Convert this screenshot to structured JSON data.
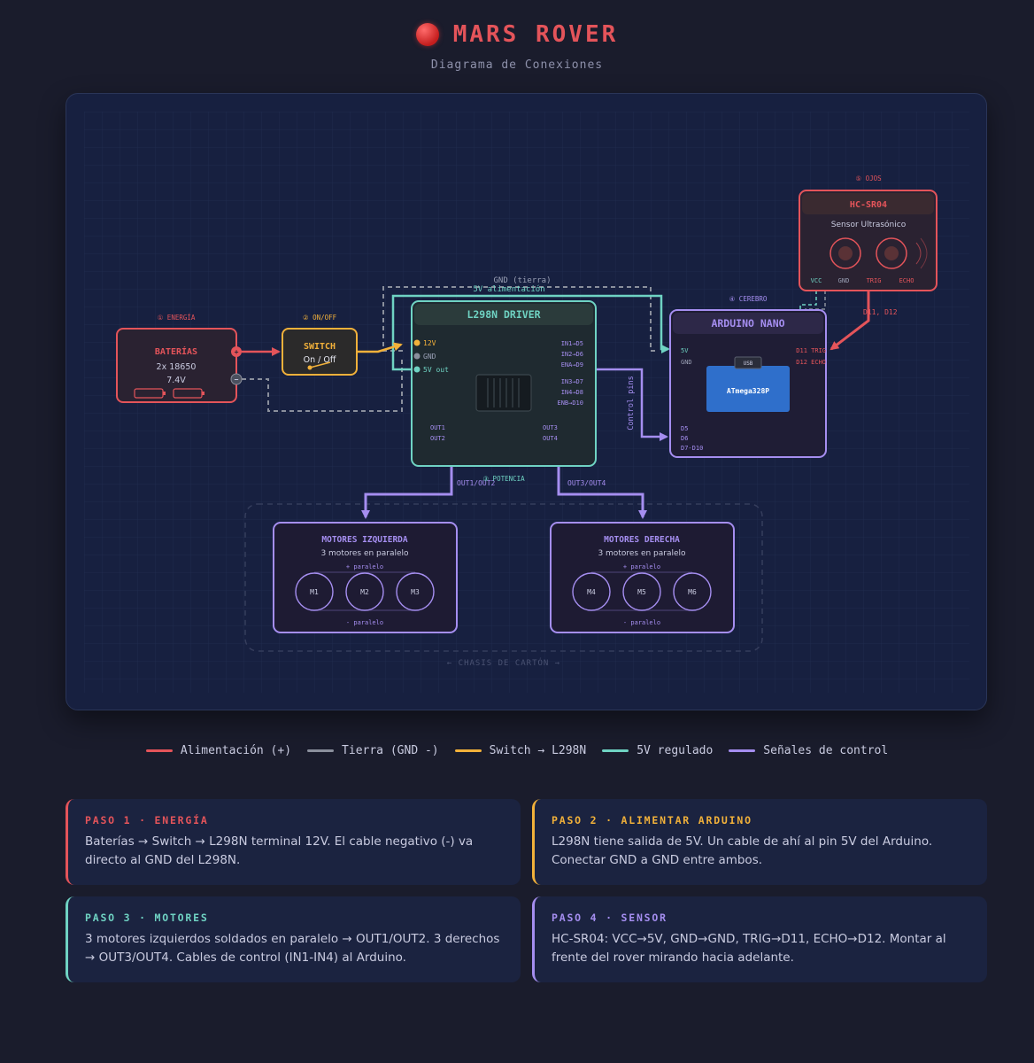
{
  "header": {
    "title": "MARS ROVER",
    "subtitle": "Diagrama de Conexiones"
  },
  "colors": {
    "power": "#e4545a",
    "ground": "#8a8f9c",
    "switch": "#f2b13a",
    "regulated": "#6fd3c3",
    "signal": "#a58ef0",
    "arduino_chip": "#2f6fcb"
  },
  "diagram": {
    "batteries": {
      "section": "① ENERGÍA",
      "title": "BATERÍAS",
      "line1": "2x 18650",
      "line2": "7.4V",
      "plus": "+",
      "minus": "−"
    },
    "switch": {
      "section": "② ON/OFF",
      "title": "SWITCH",
      "line1": "On / Off"
    },
    "driver": {
      "title": "L298N DRIVER",
      "section": "③ POTENCIA",
      "pins_left": [
        "12V",
        "GND",
        "5V out"
      ],
      "pins_right": [
        "IN1→D5",
        "IN2→D6",
        "ENA→D9",
        "IN3→D7",
        "IN4→D8",
        "ENB→D10"
      ],
      "outs": [
        "OUT1",
        "OUT2",
        "OUT3",
        "OUT4"
      ]
    },
    "arduino": {
      "section": "④ CEREBRO",
      "title": "ARDUINO NANO",
      "chip": "ATmega328P",
      "usb": "USB",
      "pins_left": [
        "5V",
        "GND",
        "D5",
        "D6",
        "D7-D10"
      ],
      "pins_right": [
        "D11 TRIG",
        "D12 ECHO"
      ]
    },
    "sensor": {
      "section": "⑤ OJOS",
      "title": "HC-SR04",
      "subtitle": "Sensor Ultrasónico",
      "pins": [
        "VCC",
        "GND",
        "TRIG",
        "ECHO"
      ]
    },
    "motors_left": {
      "title": "MOTORES IZQUIERDA",
      "subtitle": "3 motores en paralelo",
      "plus": "+ paralelo",
      "minus": "- paralelo",
      "motors": [
        "M1",
        "M2",
        "M3"
      ]
    },
    "motors_right": {
      "title": "MOTORES DERECHA",
      "subtitle": "3 motores en paralelo",
      "plus": "+ paralelo",
      "minus": "- paralelo",
      "motors": [
        "M4",
        "M5",
        "M6"
      ]
    },
    "wire_labels": {
      "gnd": "GND (tierra)",
      "v5": "5V alimentación",
      "control": "Control pins",
      "out12": "OUT1/OUT2",
      "out34": "OUT3/OUT4",
      "d11d12": "D11, D12"
    },
    "chassis": "← CHASIS DE CARTÓN →"
  },
  "legend": [
    {
      "label": "Alimentación (+)",
      "color": "#e4545a"
    },
    {
      "label": "Tierra (GND -)",
      "color": "#8a8f9c"
    },
    {
      "label": "Switch → L298N",
      "color": "#f2b13a"
    },
    {
      "label": "5V regulado",
      "color": "#6fd3c3"
    },
    {
      "label": "Señales de control",
      "color": "#a58ef0"
    }
  ],
  "steps": [
    {
      "title": "PASO 1 · ENERGÍA",
      "body": "Baterías → Switch → L298N terminal 12V. El cable negativo (-) va directo al GND del L298N.",
      "color": "#e4545a"
    },
    {
      "title": "PASO 2 · ALIMENTAR ARDUINO",
      "body": "L298N tiene salida de 5V. Un cable de ahí al pin 5V del Arduino. Conectar GND a GND entre ambos.",
      "color": "#f2b13a"
    },
    {
      "title": "PASO 3 · MOTORES",
      "body": "3 motores izquierdos soldados en paralelo → OUT1/OUT2. 3 derechos → OUT3/OUT4. Cables de control (IN1-IN4) al Arduino.",
      "color": "#6fd3c3"
    },
    {
      "title": "PASO 4 · SENSOR",
      "body": "HC-SR04: VCC→5V, GND→GND, TRIG→D11, ECHO→D12. Montar al frente del rover mirando hacia adelante.",
      "color": "#a58ef0"
    }
  ]
}
